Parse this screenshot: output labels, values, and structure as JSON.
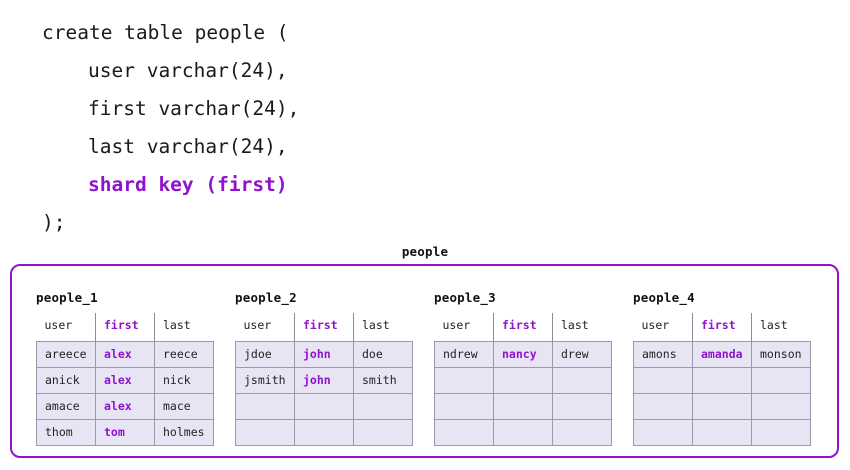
{
  "code": {
    "lines": [
      {
        "text": "create table people (",
        "indent": false,
        "highlight": false
      },
      {
        "text": "user varchar(24),",
        "indent": true,
        "highlight": false
      },
      {
        "text": "first varchar(24),",
        "indent": true,
        "highlight": false
      },
      {
        "text": "last varchar(24),",
        "indent": true,
        "highlight": false
      },
      {
        "text": "shard key (first)",
        "indent": true,
        "highlight": true
      },
      {
        "text": ");",
        "indent": false,
        "highlight": false
      }
    ]
  },
  "cluster": {
    "title": "people",
    "accent_color": "#9013cf",
    "key_color": "#8f12cc",
    "cell_fill": "#e7e5f4",
    "cell_border": "#9a9aab",
    "columns": [
      "user",
      "first",
      "last"
    ],
    "key_column": "first",
    "shards": [
      {
        "name": "people_1",
        "rows": [
          {
            "user": "areece",
            "first": "alex",
            "last": "reece"
          },
          {
            "user": "anick",
            "first": "alex",
            "last": "nick"
          },
          {
            "user": "amace",
            "first": "alex",
            "last": "mace"
          },
          {
            "user": "thom",
            "first": "tom",
            "last": "holmes"
          }
        ]
      },
      {
        "name": "people_2",
        "rows": [
          {
            "user": "jdoe",
            "first": "john",
            "last": "doe"
          },
          {
            "user": "jsmith",
            "first": "john",
            "last": "smith"
          },
          {
            "user": "",
            "first": "",
            "last": ""
          },
          {
            "user": "",
            "first": "",
            "last": ""
          }
        ]
      },
      {
        "name": "people_3",
        "rows": [
          {
            "user": "ndrew",
            "first": "nancy",
            "last": "drew"
          },
          {
            "user": "",
            "first": "",
            "last": ""
          },
          {
            "user": "",
            "first": "",
            "last": ""
          },
          {
            "user": "",
            "first": "",
            "last": ""
          }
        ]
      },
      {
        "name": "people_4",
        "rows": [
          {
            "user": "amons",
            "first": "amanda",
            "last": "monson"
          },
          {
            "user": "",
            "first": "",
            "last": ""
          },
          {
            "user": "",
            "first": "",
            "last": ""
          },
          {
            "user": "",
            "first": "",
            "last": ""
          }
        ]
      }
    ]
  }
}
